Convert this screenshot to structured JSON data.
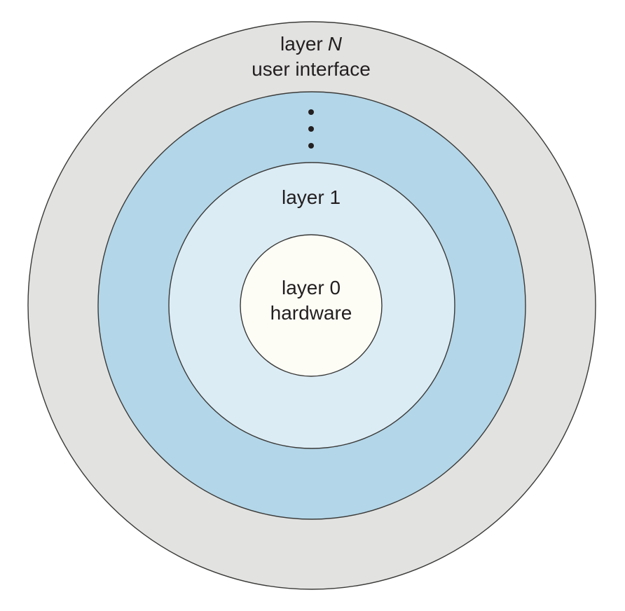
{
  "colors": {
    "background": "#ffffff",
    "stroke": "#3a3a38",
    "text": "#231f20"
  },
  "rings": [
    {
      "id": "layer-n",
      "label_prefix": "layer",
      "label_italic": "N",
      "sublabel": "user interface",
      "fill": "#e2e2e1"
    },
    {
      "id": "intermediate-layers",
      "fill": "#b3d6e8"
    },
    {
      "id": "layer-1",
      "label": "layer 1",
      "fill": "#dcecf5"
    },
    {
      "id": "layer-0",
      "label": "layer 0",
      "sublabel": "hardware",
      "fill": "#fdfdf6"
    }
  ],
  "ellipsis_dot_count": 3
}
